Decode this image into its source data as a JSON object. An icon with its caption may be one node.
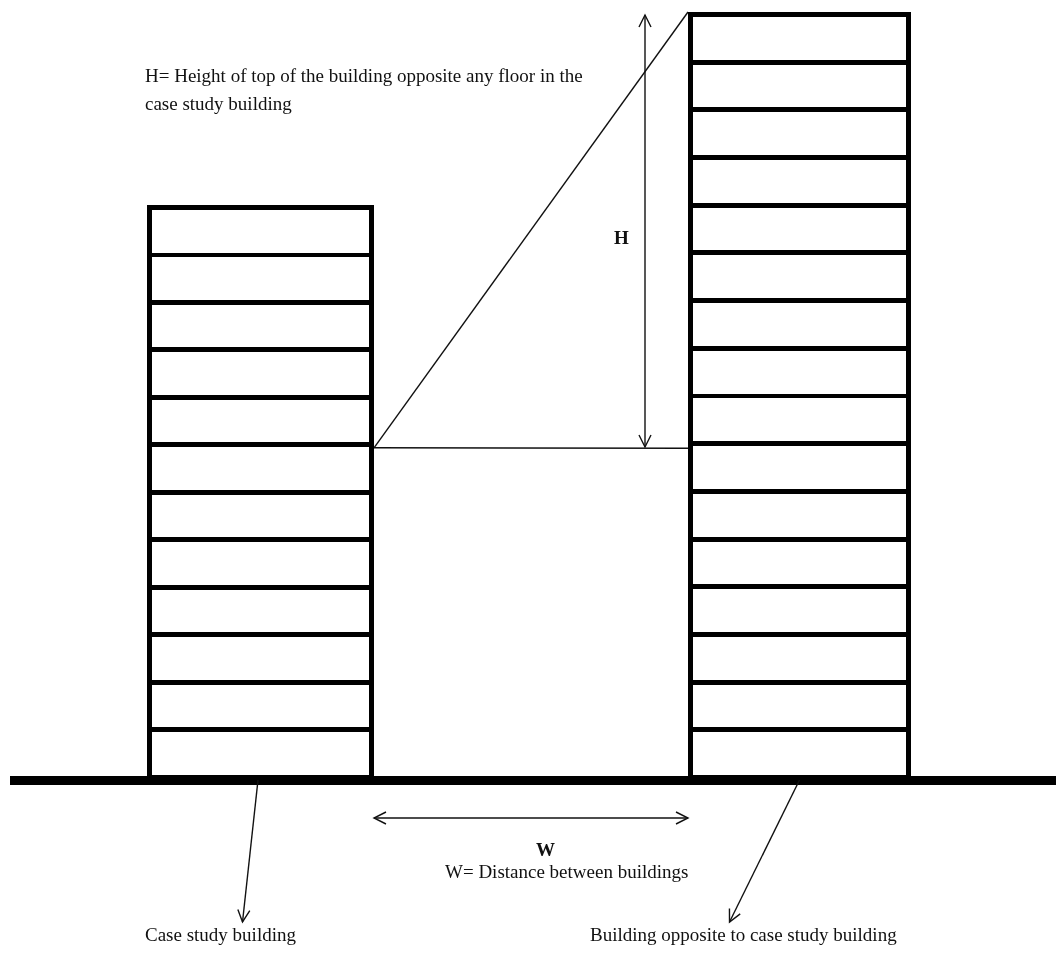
{
  "diagram": {
    "nodes": [
      {
        "text": [],
        "shape": "building"
      },
      {
        "text": [],
        "shape": "building"
      },
      {
        "text": [
          "Case study building"
        ]
      },
      {
        "text": [
          "Building opposite to case study building"
        ]
      }
    ],
    "edges": [
      {
        "from": 0,
        "to": 2,
        "arrow": "to"
      },
      {
        "from": 1,
        "to": 3,
        "arrow": "to"
      },
      {
        "from": 0,
        "to": 1,
        "arrow": "none"
      },
      {
        "from": 0,
        "to": 1,
        "arrow": "none"
      }
    ],
    "labels": [
      "H= Height of top of the building opposite any floor in the case study building",
      "H",
      "W",
      "W= Distance between buildings"
    ]
  }
}
